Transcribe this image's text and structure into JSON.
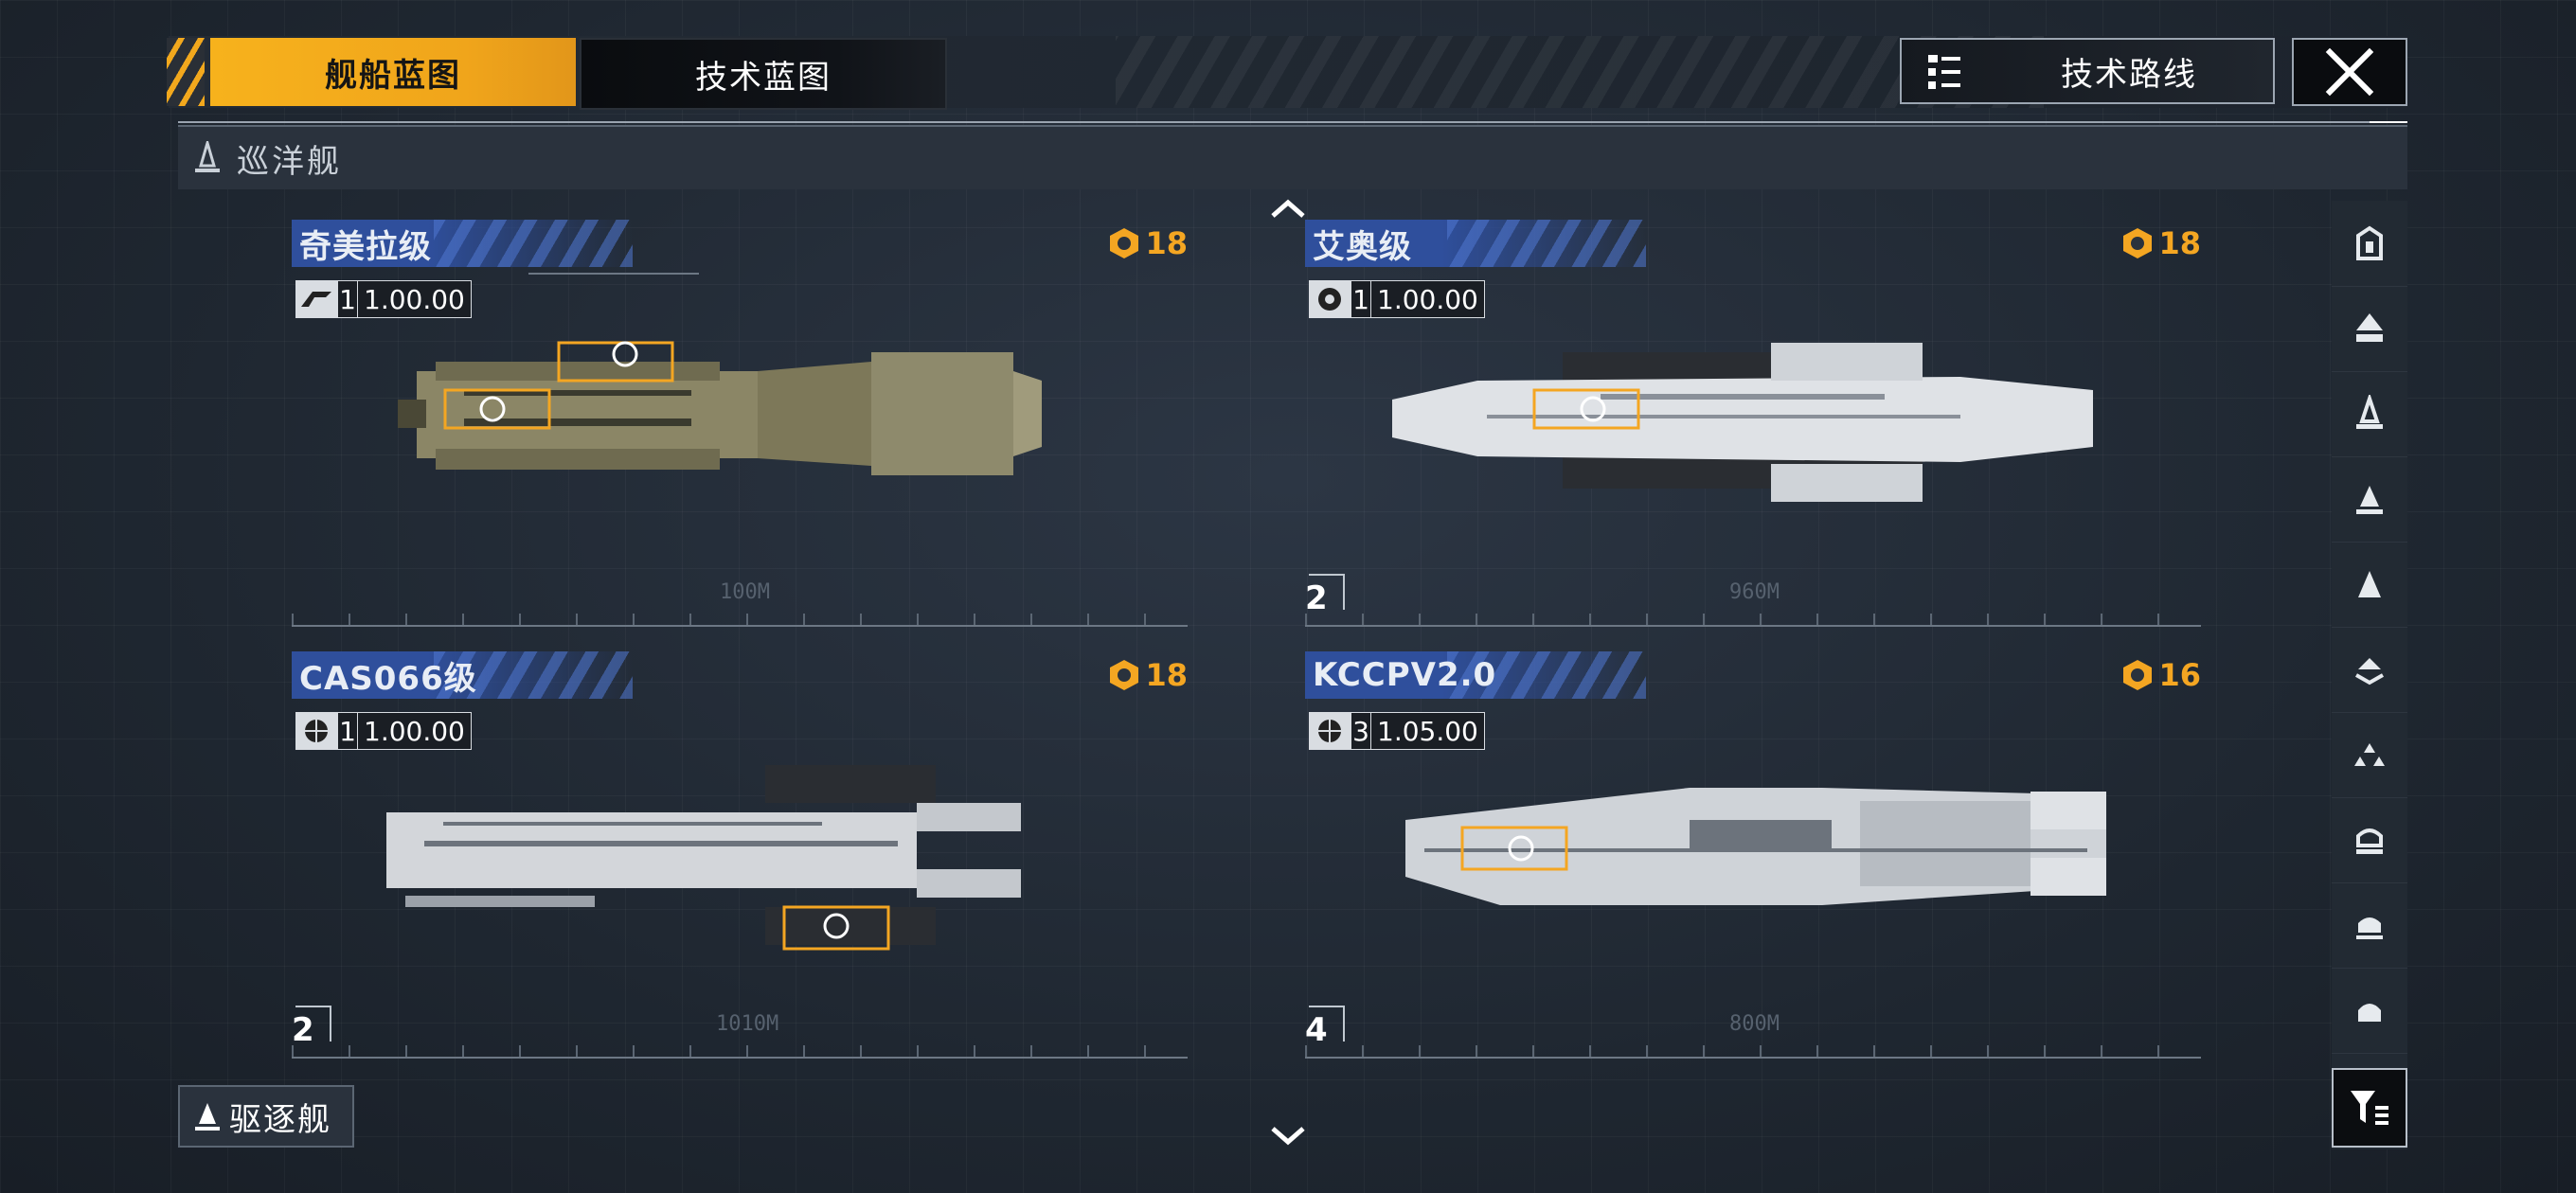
{
  "tabs": {
    "ship_blueprint": "舰船蓝图",
    "tech_blueprint": "技术蓝图"
  },
  "tech_route_label": "技术路线",
  "section_title": "巡洋舰",
  "next_section_label": "驱逐舰",
  "ships": [
    {
      "name": "奇美拉级",
      "points": "18",
      "level": "1",
      "value": "1.00.00",
      "dimension": "100M",
      "count": ""
    },
    {
      "name": "艾奥级",
      "points": "18",
      "level": "1",
      "value": "1.00.00",
      "dimension": "960M",
      "count": "2"
    },
    {
      "name": "CAS066级",
      "points": "18",
      "level": "1",
      "value": "1.00.00",
      "dimension": "1010M",
      "count": "2"
    },
    {
      "name": "KCCPV2.0",
      "points": "16",
      "level": "3",
      "value": "1.05.00",
      "dimension": "800M",
      "count": "4"
    }
  ],
  "colors": {
    "accent": "#f4a622",
    "tab_active": "#f7b21c",
    "banner": "#2f4f9c"
  },
  "rail_icons": [
    "carrier-icon",
    "battleship-icon",
    "cruiser-icon",
    "destroyer-icon",
    "frigate-icon",
    "corvette-icon",
    "fighter-icon",
    "auxiliary-icon",
    "support-icon",
    "base-icon"
  ]
}
